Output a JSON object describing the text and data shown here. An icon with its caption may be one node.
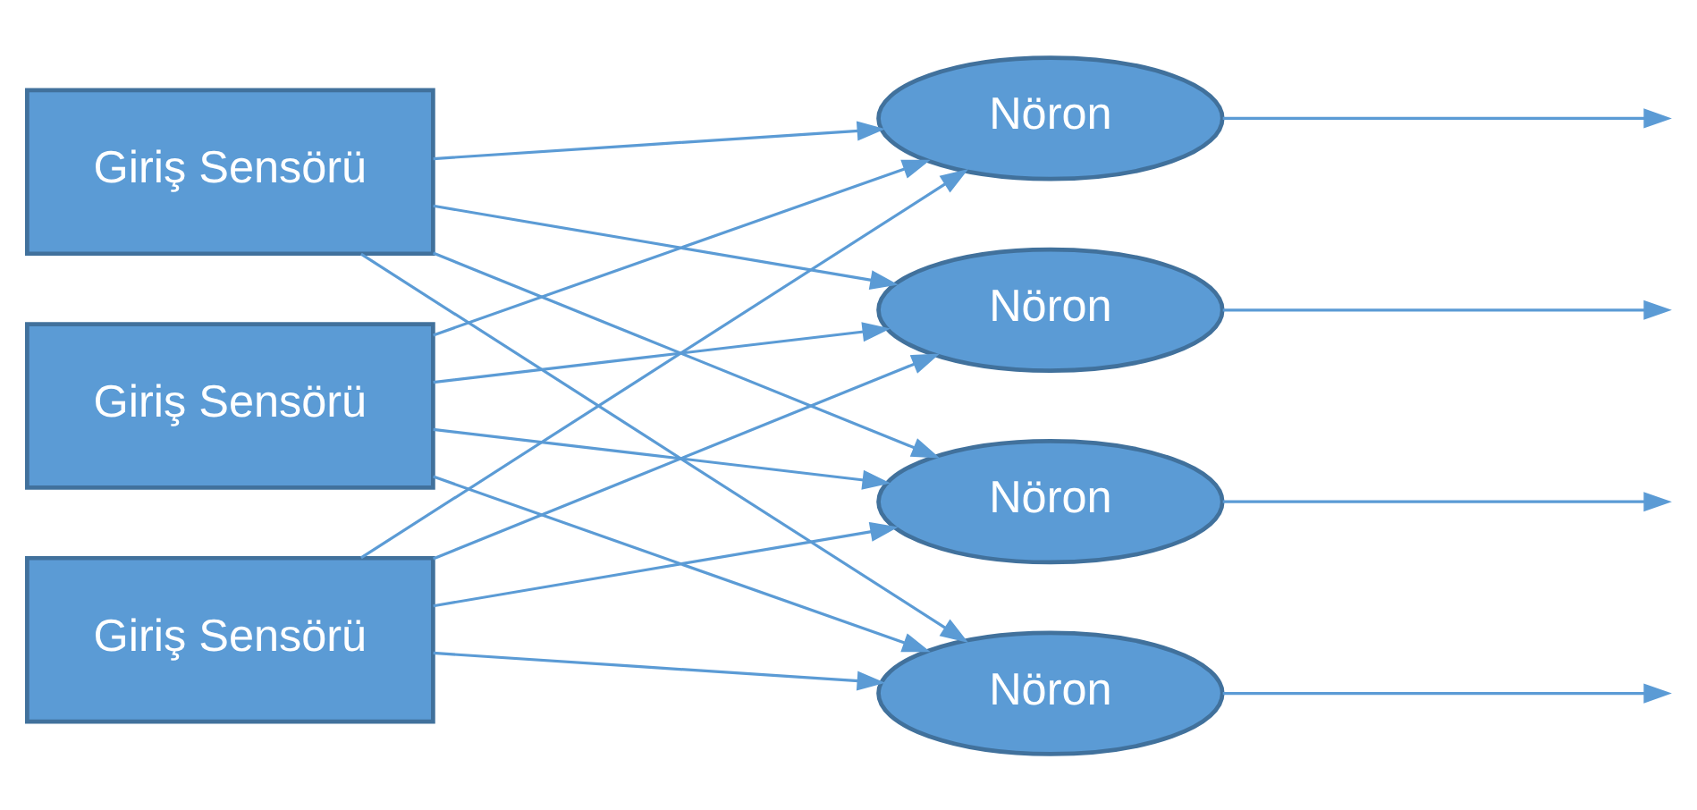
{
  "diagram": {
    "nodes": [
      {
        "text": [
          "Giriş Sensörü"
        ]
      },
      {
        "text": [
          "Giriş Sensörü"
        ]
      },
      {
        "text": [
          "Giriş Sensörü"
        ]
      },
      {
        "text": [
          "Nöron"
        ]
      },
      {
        "text": [
          "Nöron"
        ]
      },
      {
        "text": [
          "Nöron"
        ]
      },
      {
        "text": [
          "Nöron"
        ]
      }
    ],
    "edges": [
      {
        "from": 0,
        "to": 3,
        "arrow": "to"
      },
      {
        "from": 0,
        "to": 4,
        "arrow": "to"
      },
      {
        "from": 0,
        "to": 5,
        "arrow": "to"
      },
      {
        "from": 0,
        "to": 6,
        "arrow": "to"
      },
      {
        "from": 1,
        "to": 3,
        "arrow": "to"
      },
      {
        "from": 1,
        "to": 4,
        "arrow": "to"
      },
      {
        "from": 1,
        "to": 5,
        "arrow": "to"
      },
      {
        "from": 1,
        "to": 6,
        "arrow": "to"
      },
      {
        "from": 2,
        "to": 3,
        "arrow": "to"
      },
      {
        "from": 2,
        "to": 4,
        "arrow": "to"
      },
      {
        "from": 2,
        "to": 5,
        "arrow": "to"
      },
      {
        "from": 2,
        "to": 6,
        "arrow": "to"
      },
      {
        "from": 3,
        "to": null,
        "arrow": "to"
      },
      {
        "from": 4,
        "to": null,
        "arrow": "to"
      },
      {
        "from": 5,
        "to": null,
        "arrow": "to"
      },
      {
        "from": 6,
        "to": null,
        "arrow": "to"
      }
    ]
  }
}
